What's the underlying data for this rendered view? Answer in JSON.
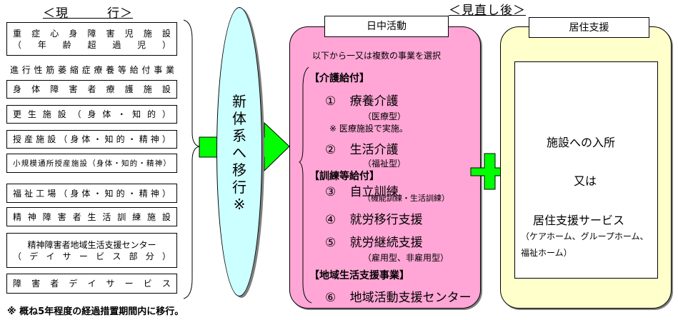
{
  "current": {
    "heading": "＜現　　　行＞",
    "facilities": [
      {
        "lines": [
          "重症心身障害児施設",
          "（年齢超過児）"
        ]
      },
      {
        "lines": [
          "身体障害者療護施設"
        ]
      },
      {
        "lines": [
          "更生施設（身体・知的）"
        ]
      },
      {
        "lines": [
          "授産施設（身体・知的・精神）"
        ]
      },
      {
        "lines": [
          "小規模通所授産施設（身体・知的・精神）"
        ]
      },
      {
        "lines": [
          "福祉工場（身体・知的・精神）"
        ]
      },
      {
        "lines": [
          "精神障害者生活訓練施設"
        ]
      },
      {
        "lines": [
          "精神障害者地域生活支援センター",
          "（デイサービス部分）"
        ]
      },
      {
        "lines": [
          "障害者デイサービス"
        ]
      }
    ],
    "unboxed_item": "進行性筋萎縮症療養等給付事業",
    "footnote": "※ 概ね5年程度の経過措置期間内に移行。"
  },
  "transition": {
    "label": "新体系へ移行※"
  },
  "revised": {
    "heading": "＜見直し後＞",
    "day_activity": {
      "tab": "日中活動",
      "intro": "以下から一又は複数の事業を選択",
      "sections": [
        {
          "title": "【介護給付】",
          "items": [
            {
              "num": "①",
              "name": "療養介護",
              "sub": "（医療型）",
              "note": "※ 医療施設で実施。"
            },
            {
              "num": "②",
              "name": "生活介護",
              "sub": "（福祉型）"
            }
          ]
        },
        {
          "title": "【訓練等給付】",
          "items": [
            {
              "num": "③",
              "name": "自立訓練",
              "sub": "（機能訓練・生活訓練）"
            },
            {
              "num": "④",
              "name": "就労移行支援"
            },
            {
              "num": "⑤",
              "name": "就労継続支援",
              "sub": "（雇用型、非雇用型）"
            }
          ]
        },
        {
          "title": "【地域生活支援事業】",
          "items": [
            {
              "num": "⑥",
              "name": "地域活動支援センター"
            }
          ]
        }
      ]
    },
    "residential": {
      "tab": "居住支援",
      "line1": "施設への入所",
      "line2": "又は",
      "line3": "居住支援サービス",
      "detail1": "（ケアホーム、グループホーム、",
      "detail2": "福祉ホーム）"
    }
  },
  "colors": {
    "arrow": "#00ff00",
    "ellipse": "#ccffff",
    "day_activity_bg": "#ffa6d6",
    "residential_bg": "#ffffcc"
  },
  "icons": {
    "arrow": "right-arrow",
    "plus": "plus-sign"
  }
}
